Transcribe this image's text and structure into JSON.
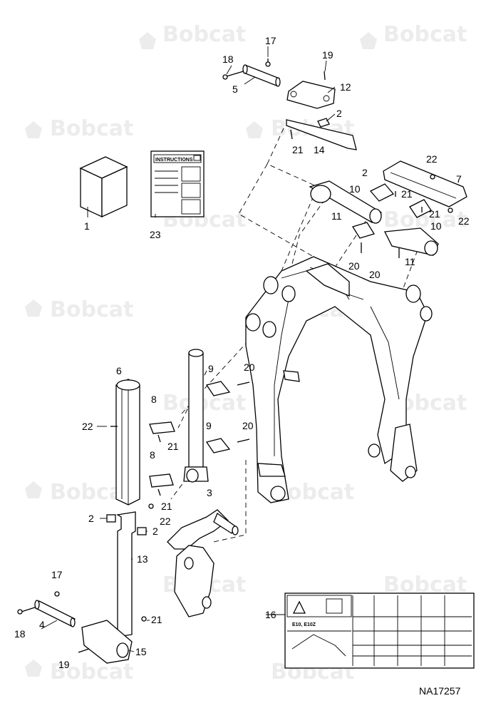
{
  "watermark_text": "Bobcat",
  "reference_number": "NA17257",
  "manual_cover_title": "INSTRUCTIONS",
  "decal_models": "E10, E10Z",
  "callouts": {
    "c1": "1",
    "c2a": "2",
    "c2b": "2",
    "c2c": "2",
    "c2d": "2",
    "c3": "3",
    "c4": "4",
    "c5": "5",
    "c6": "6",
    "c7": "7",
    "c8a": "8",
    "c8b": "8",
    "c9a": "9",
    "c9b": "9",
    "c10a": "10",
    "c10b": "10",
    "c11a": "11",
    "c11b": "11",
    "c12": "12",
    "c13": "13",
    "c14": "14",
    "c15": "15",
    "c16": "16",
    "c17a": "17",
    "c17b": "17",
    "c18a": "18",
    "c18b": "18",
    "c19a": "19",
    "c19b": "19",
    "c20a": "20",
    "c20b": "20",
    "c20c": "20",
    "c20d": "20",
    "c21a": "21",
    "c21b": "21",
    "c21c": "21",
    "c21d": "21",
    "c21e": "21",
    "c21f": "21",
    "c22a": "22",
    "c22b": "22",
    "c22c": "22",
    "c22d": "22",
    "c23": "23"
  }
}
